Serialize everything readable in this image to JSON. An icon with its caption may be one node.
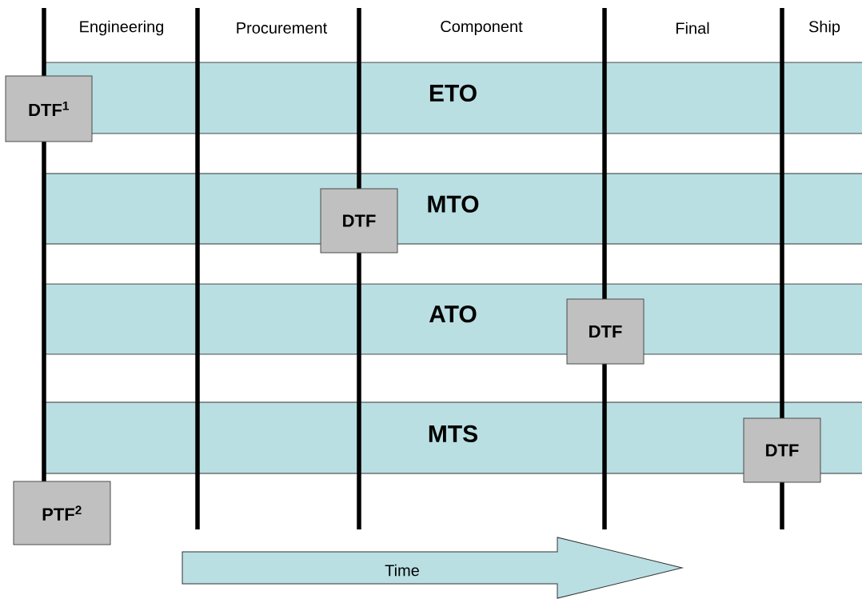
{
  "diagram": {
    "nodes": [
      {
        "text": [
          "ETO"
        ]
      },
      {
        "text": [
          "MTO"
        ]
      },
      {
        "text": [
          "ATO"
        ]
      },
      {
        "text": [
          "MTS"
        ]
      },
      {
        "text": [
          "DTF$^{1}$"
        ]
      },
      {
        "text": [
          "DTF"
        ]
      },
      {
        "text": [
          "DTF"
        ]
      },
      {
        "text": [
          "DTF"
        ]
      },
      {
        "text": [
          "PTF$^{2}$"
        ]
      },
      {
        "text": [
          "Time"
        ]
      }
    ],
    "labels": [
      "Engineering",
      "Procurement",
      "Component",
      "Final",
      "Ship"
    ]
  }
}
